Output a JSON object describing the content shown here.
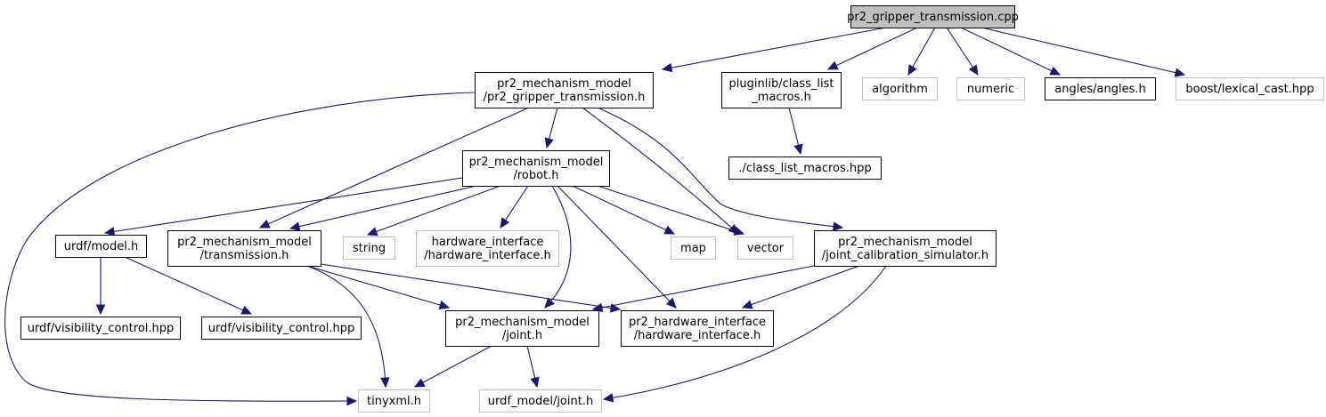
{
  "diagram": {
    "title": "pr2_gripper_transmission.cpp include dependency graph",
    "colors": {
      "edge": "#191970",
      "root_fill": "#bfbfbf",
      "node_border": "#000000",
      "external_border": "#bfbfbf",
      "fill": "#ffffff"
    },
    "nodes": [
      {
        "id": "root",
        "lines": [
          "pr2_gripper_transmission.cpp"
        ],
        "kind": "root"
      },
      {
        "id": "gripper_h",
        "lines": [
          "pr2_mechanism_model",
          "/pr2_gripper_transmission.h"
        ],
        "kind": "file"
      },
      {
        "id": "class_list_macros_h",
        "lines": [
          "pluginlib/class_list",
          "_macros.h"
        ],
        "kind": "file"
      },
      {
        "id": "algorithm",
        "lines": [
          "algorithm"
        ],
        "kind": "external"
      },
      {
        "id": "numeric",
        "lines": [
          "numeric"
        ],
        "kind": "external"
      },
      {
        "id": "angles_h",
        "lines": [
          "angles/angles.h"
        ],
        "kind": "file"
      },
      {
        "id": "lexical_cast",
        "lines": [
          "boost/lexical_cast.hpp"
        ],
        "kind": "external"
      },
      {
        "id": "class_list_macros_hpp",
        "lines": [
          "./class_list_macros.hpp"
        ],
        "kind": "file"
      },
      {
        "id": "robot_h",
        "lines": [
          "pr2_mechanism_model",
          "/robot.h"
        ],
        "kind": "file"
      },
      {
        "id": "urdf_model_h",
        "lines": [
          "urdf/model.h"
        ],
        "kind": "file"
      },
      {
        "id": "transmission_h",
        "lines": [
          "pr2_mechanism_model",
          "/transmission.h"
        ],
        "kind": "file"
      },
      {
        "id": "string",
        "lines": [
          "string"
        ],
        "kind": "external"
      },
      {
        "id": "hw_iface_ext",
        "lines": [
          "hardware_interface",
          "/hardware_interface.h"
        ],
        "kind": "external"
      },
      {
        "id": "map",
        "lines": [
          "map"
        ],
        "kind": "external"
      },
      {
        "id": "vector",
        "lines": [
          "vector"
        ],
        "kind": "external"
      },
      {
        "id": "jcs_h",
        "lines": [
          "pr2_mechanism_model",
          "/joint_calibration_simulator.h"
        ],
        "kind": "file"
      },
      {
        "id": "vis1",
        "lines": [
          "urdf/visibility_control.hpp"
        ],
        "kind": "file"
      },
      {
        "id": "vis2",
        "lines": [
          "urdf/visibility_control.hpp"
        ],
        "kind": "file"
      },
      {
        "id": "joint_h",
        "lines": [
          "pr2_mechanism_model",
          "/joint.h"
        ],
        "kind": "file"
      },
      {
        "id": "pr2_hw_iface",
        "lines": [
          "pr2_hardware_interface",
          "/hardware_interface.h"
        ],
        "kind": "file"
      },
      {
        "id": "tinyxml",
        "lines": [
          "tinyxml.h"
        ],
        "kind": "external"
      },
      {
        "id": "urdf_joint",
        "lines": [
          "urdf_model/joint.h"
        ],
        "kind": "external"
      }
    ],
    "edges": [
      {
        "from": "root",
        "to": "gripper_h"
      },
      {
        "from": "root",
        "to": "class_list_macros_h"
      },
      {
        "from": "root",
        "to": "algorithm"
      },
      {
        "from": "root",
        "to": "numeric"
      },
      {
        "from": "root",
        "to": "angles_h"
      },
      {
        "from": "root",
        "to": "lexical_cast"
      },
      {
        "from": "class_list_macros_h",
        "to": "class_list_macros_hpp"
      },
      {
        "from": "gripper_h",
        "to": "robot_h"
      },
      {
        "from": "gripper_h",
        "to": "transmission_h"
      },
      {
        "from": "gripper_h",
        "to": "vector"
      },
      {
        "from": "gripper_h",
        "to": "jcs_h"
      },
      {
        "from": "gripper_h",
        "to": "tinyxml"
      },
      {
        "from": "robot_h",
        "to": "urdf_model_h"
      },
      {
        "from": "robot_h",
        "to": "transmission_h"
      },
      {
        "from": "robot_h",
        "to": "string"
      },
      {
        "from": "robot_h",
        "to": "hw_iface_ext"
      },
      {
        "from": "robot_h",
        "to": "map"
      },
      {
        "from": "robot_h",
        "to": "vector"
      },
      {
        "from": "robot_h",
        "to": "joint_h"
      },
      {
        "from": "robot_h",
        "to": "pr2_hw_iface"
      },
      {
        "from": "urdf_model_h",
        "to": "vis1"
      },
      {
        "from": "urdf_model_h",
        "to": "vis2"
      },
      {
        "from": "transmission_h",
        "to": "joint_h"
      },
      {
        "from": "transmission_h",
        "to": "pr2_hw_iface"
      },
      {
        "from": "transmission_h",
        "to": "tinyxml"
      },
      {
        "from": "jcs_h",
        "to": "joint_h"
      },
      {
        "from": "jcs_h",
        "to": "pr2_hw_iface"
      },
      {
        "from": "jcs_h",
        "to": "urdf_joint"
      },
      {
        "from": "joint_h",
        "to": "tinyxml"
      },
      {
        "from": "joint_h",
        "to": "urdf_joint"
      }
    ]
  }
}
